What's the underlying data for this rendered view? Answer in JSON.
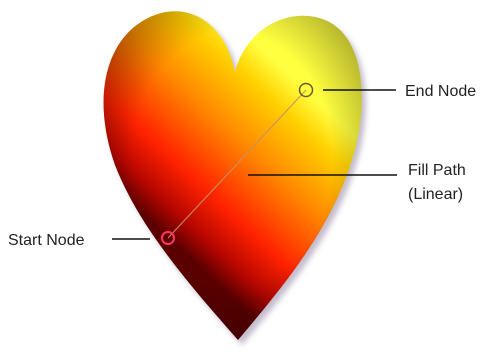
{
  "diagram": {
    "labels": {
      "end_node": "End Node",
      "fill_path_line1": "Fill Path",
      "fill_path_line2": "(Linear)",
      "start_node": "Start Node"
    },
    "colors": {
      "background": "#ffffff",
      "gradient_start": "#5a0000",
      "gradient_mid_red": "#e01a00",
      "gradient_mid_orange": "#ff8a00",
      "gradient_end": "#ffff40",
      "start_node": "#ff3366",
      "end_node": "#ffffcc",
      "fill_path_line": "#c89060",
      "leader_line": "#111111",
      "label_text": "#222222"
    }
  }
}
